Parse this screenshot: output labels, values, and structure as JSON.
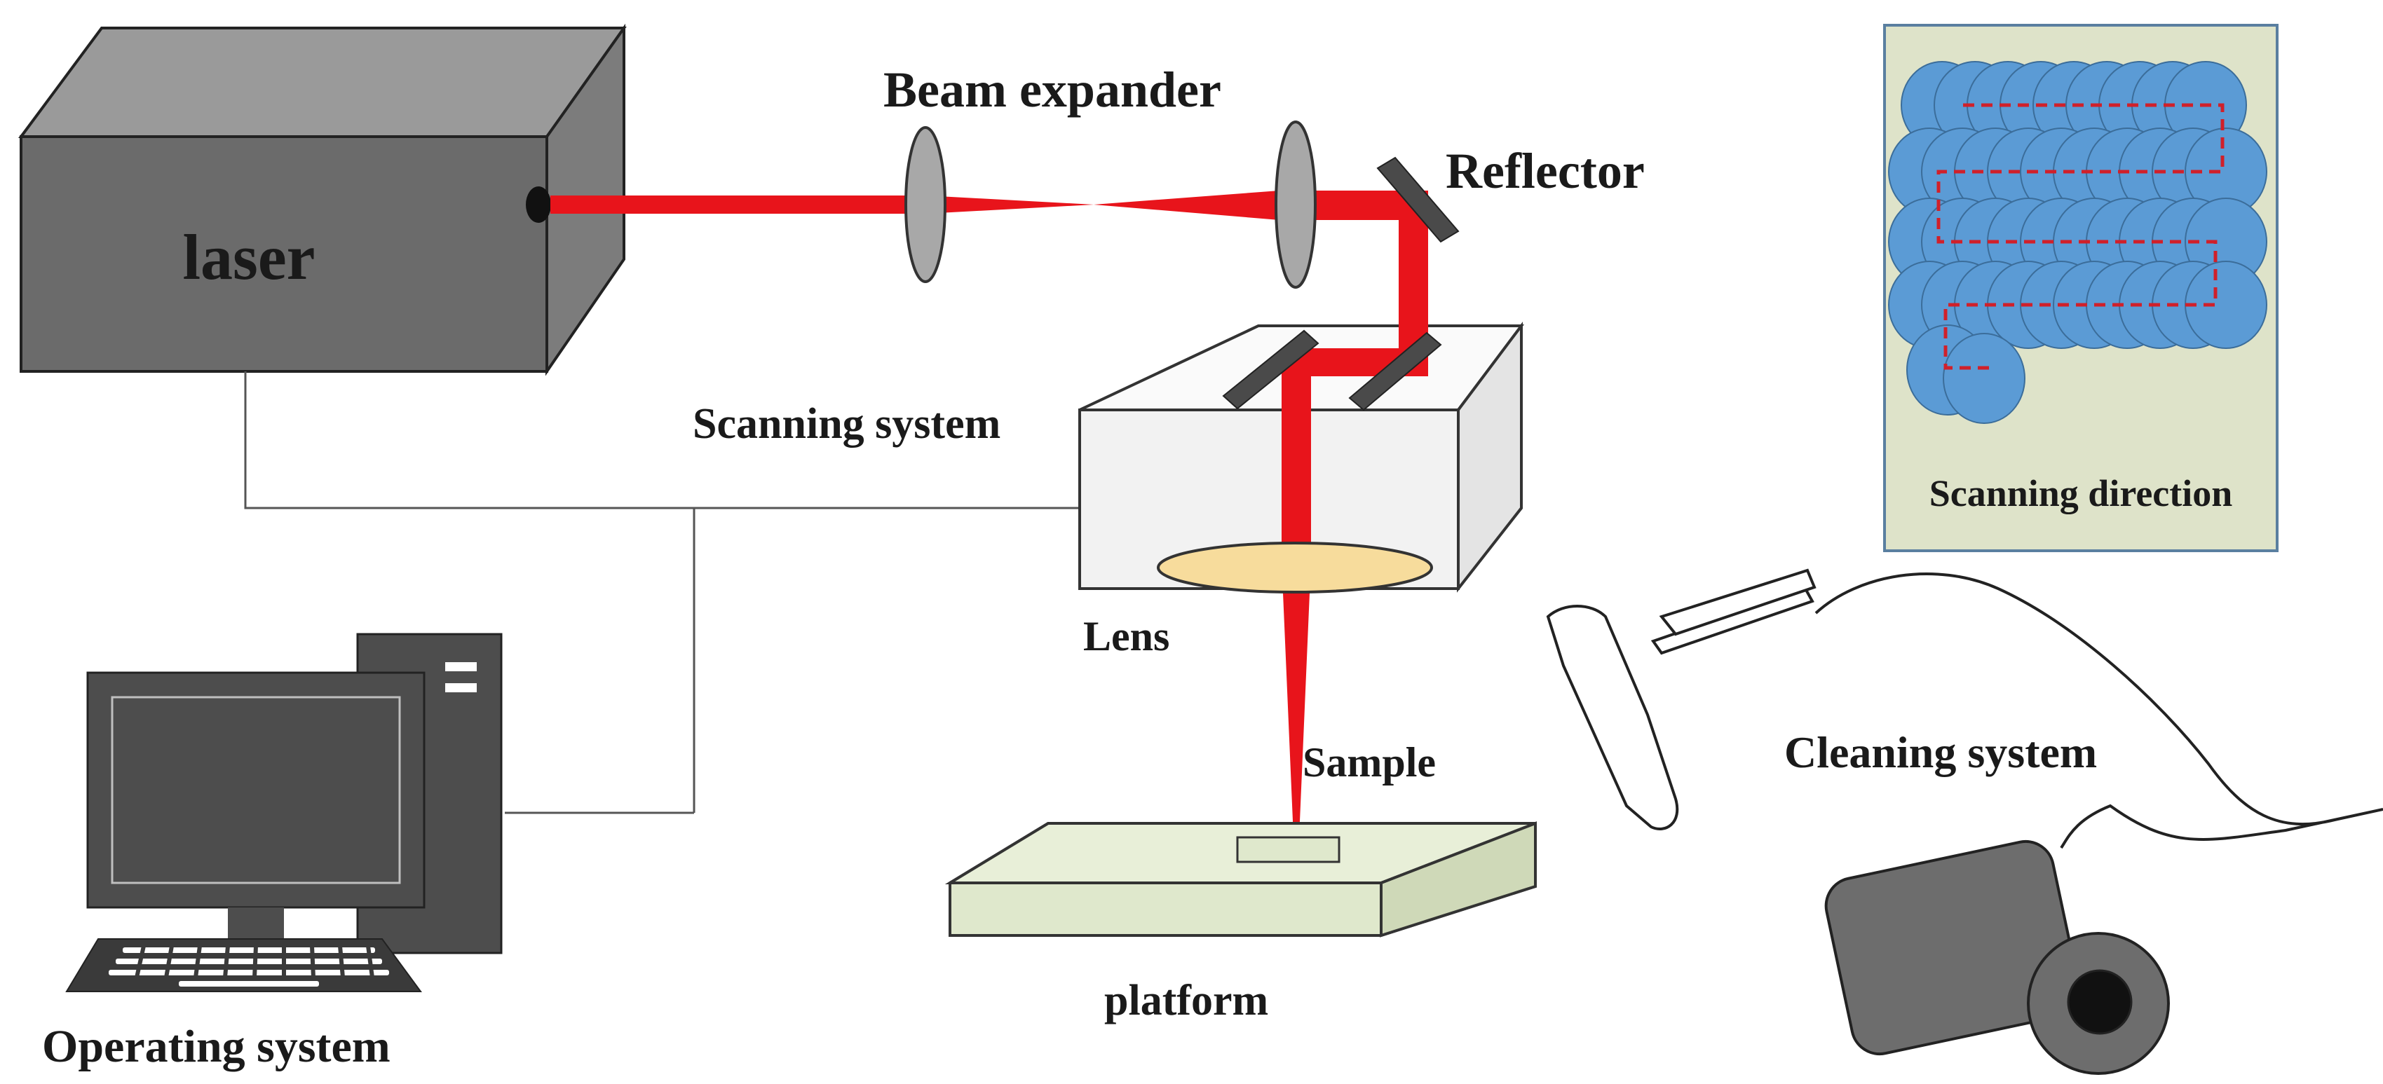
{
  "labels": {
    "laser": "laser",
    "beam_expander": "Beam expander",
    "reflector": "Reflector",
    "scanning_system": "Scanning system",
    "lens": "Lens",
    "sample": "Sample",
    "platform": "platform",
    "operating_system": "Operating system",
    "scanning_direction": "Scanning direction",
    "cleaning_system": "Cleaning system"
  },
  "colors": {
    "beam": "#e8141b",
    "laser_box": "#6b6b6b",
    "lens": "#a8a8a8",
    "scan_box": "#f2f2f2",
    "focus_lens": "#f7dc9c",
    "platform": "#dfe8cc",
    "inset_bg": "#dee3c9",
    "spot": "#5b9bd5",
    "computer": "#4d4d4d",
    "vacuum": "#6d6d6d"
  }
}
